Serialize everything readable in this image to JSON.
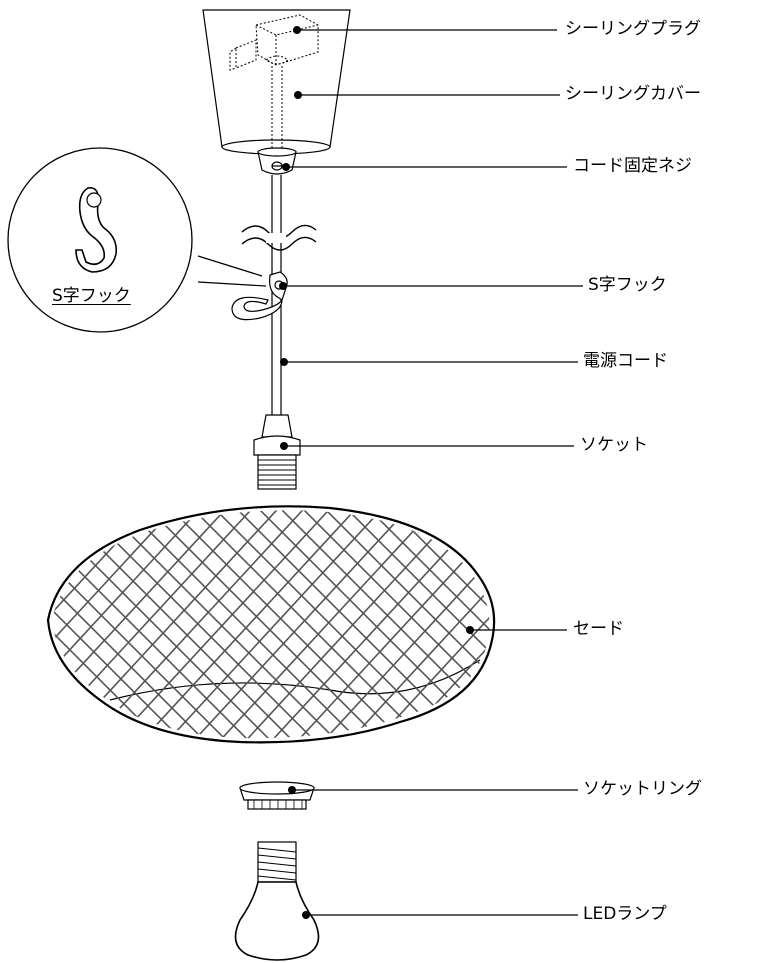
{
  "parts": [
    {
      "id": "ceiling-plug",
      "label": "シーリングプラグ"
    },
    {
      "id": "ceiling-cover",
      "label": "シーリングカバー"
    },
    {
      "id": "cord-fixing-screw",
      "label": "コード固定ネジ"
    },
    {
      "id": "s-hook",
      "label": "S字フック"
    },
    {
      "id": "power-cord",
      "label": "電源コード"
    },
    {
      "id": "socket",
      "label": "ソケット"
    },
    {
      "id": "shade",
      "label": "セード"
    },
    {
      "id": "socket-ring",
      "label": "ソケットリング"
    },
    {
      "id": "led-bulb",
      "label": "LEDランプ"
    }
  ],
  "inset": {
    "label": "S字フック"
  },
  "colors": {
    "line": "#000000",
    "fill": "#ffffff",
    "detail": "#555555"
  }
}
